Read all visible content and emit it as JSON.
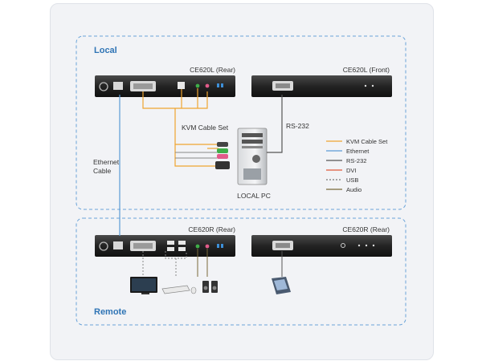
{
  "sections": {
    "local": "Local",
    "remote": "Remote"
  },
  "devices": {
    "local_rear": "CE620L (Rear)",
    "local_front": "CE620L (Front)",
    "remote_rear": "CE620R (Rear)",
    "remote_front": "CE620R (Rear)",
    "local_pc": "LOCAL PC"
  },
  "cable_labels": {
    "kvm": "KVM Cable Set",
    "rs232": "RS-232",
    "ethernet_line1": "Ethernet",
    "ethernet_line2": "Cable"
  },
  "legend": [
    {
      "label": "KVM Cable Set",
      "color": "#f0a430",
      "style": "solid"
    },
    {
      "label": "Ethernet",
      "color": "#5b9bd5",
      "style": "solid"
    },
    {
      "label": "RS-232",
      "color": "#555555",
      "style": "solid"
    },
    {
      "label": "DVI",
      "color": "#e05a3a",
      "style": "solid"
    },
    {
      "label": "USB",
      "color": "#777777",
      "style": "dashed"
    },
    {
      "label": "Audio",
      "color": "#7a6a3a",
      "style": "solid"
    }
  ],
  "colors": {
    "section_border": "#6aa3d8",
    "section_label": "#2f74b5",
    "device_body": "#2a2a2a",
    "kvm": "#f0a430",
    "ethernet": "#5b9bd5",
    "rs232": "#555555"
  }
}
